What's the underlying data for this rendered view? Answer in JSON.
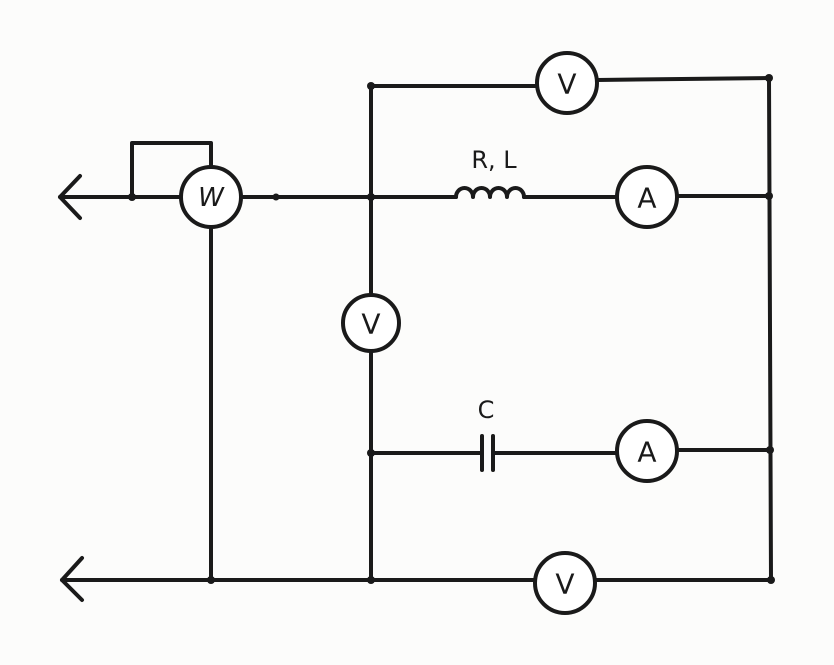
{
  "components": {
    "wattmeter": {
      "symbol": "W"
    },
    "voltmeter_top": {
      "symbol": "V"
    },
    "voltmeter_middle": {
      "symbol": "V"
    },
    "voltmeter_bottom": {
      "symbol": "V"
    },
    "ammeter_rl": {
      "symbol": "A"
    },
    "ammeter_c": {
      "symbol": "A"
    },
    "inductor": {
      "label": "R, L"
    },
    "capacitor": {
      "label": "C"
    }
  },
  "colors": {
    "ink": "#1a1a1a",
    "paper": "#fcfcfb"
  }
}
